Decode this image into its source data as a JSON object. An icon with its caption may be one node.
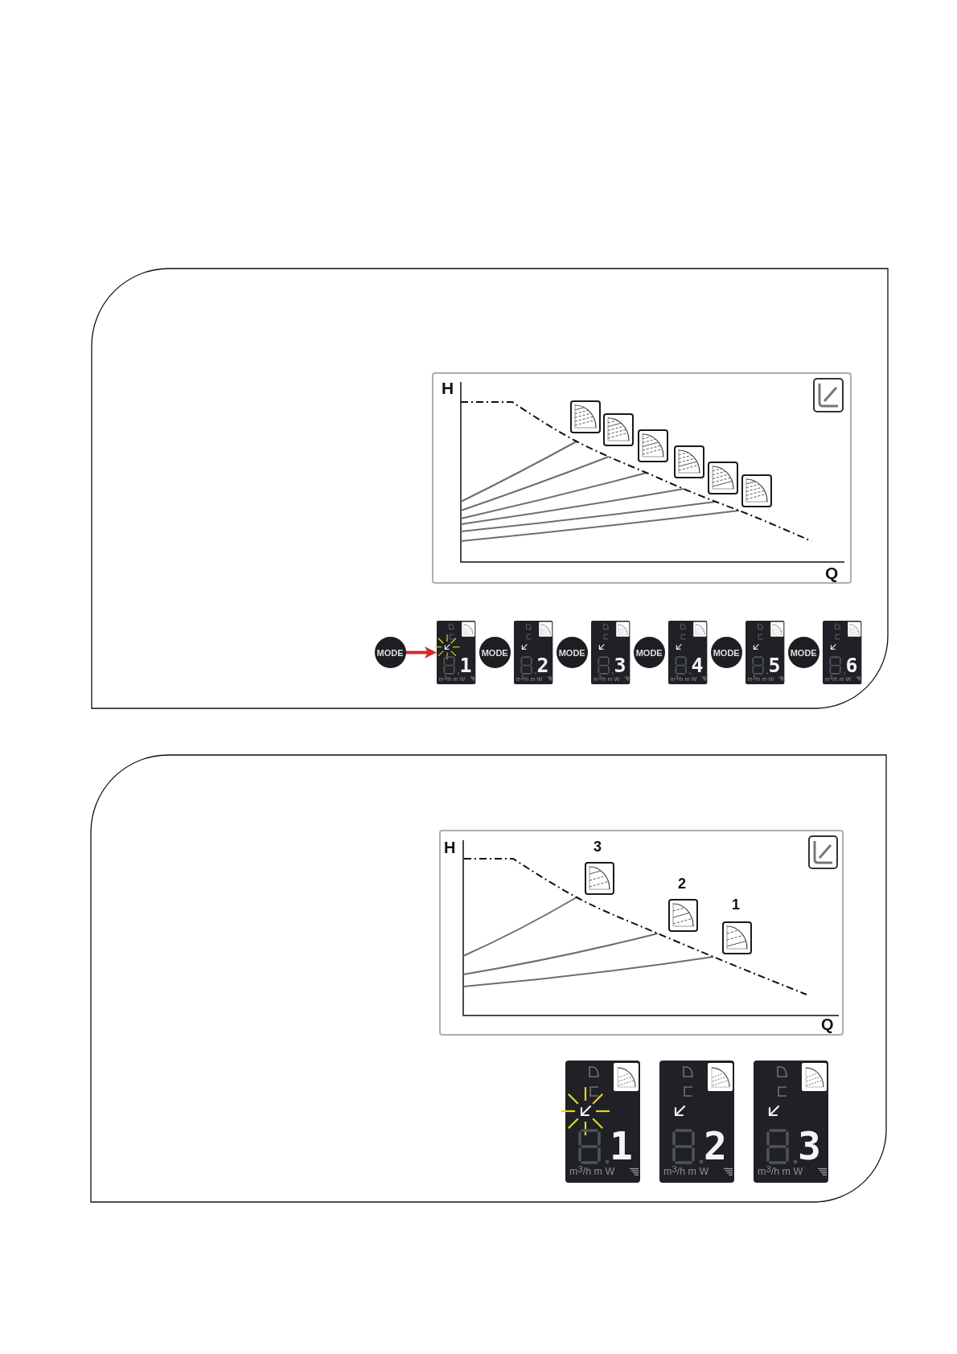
{
  "diagram": {
    "nodes": [
      {
        "text": [
          "MODE"
        ]
      },
      {
        "text": [
          "1",
          "m$^{3}$/h m W"
        ]
      },
      {
        "text": [
          "MODE"
        ]
      },
      {
        "text": [
          "2",
          "m$^{3}$/h m W"
        ]
      },
      {
        "text": [
          "MODE"
        ]
      },
      {
        "text": [
          "3",
          "m$^{3}$/h m W"
        ]
      },
      {
        "text": [
          "MODE"
        ]
      },
      {
        "text": [
          "4",
          "m$^{3}$/h m W"
        ]
      },
      {
        "text": [
          "MODE"
        ]
      },
      {
        "text": [
          "5",
          "m$^{3}$/h m W"
        ]
      },
      {
        "text": [
          "MODE"
        ]
      },
      {
        "text": [
          "6",
          "m$^{3}$/h m W"
        ]
      },
      {
        "text": [
          "1",
          "m$^{3}$/h m W"
        ]
      },
      {
        "text": [
          "2",
          "m$^{3}$/h m W"
        ]
      },
      {
        "text": [
          "3",
          "m$^{3}$/h m W"
        ]
      }
    ],
    "edges": [
      {
        "from": 0,
        "to": 1,
        "arrow": "to",
        "color": "#d42a2a"
      }
    ],
    "labels": [
      "H",
      "Q",
      "H",
      "3",
      "2",
      "1",
      "Q"
    ]
  }
}
